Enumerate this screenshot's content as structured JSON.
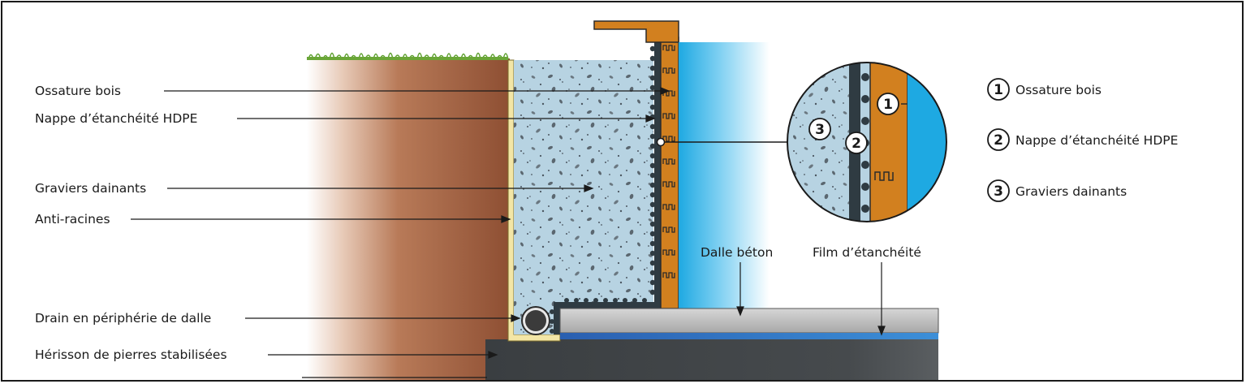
{
  "labels": {
    "ossature": "Ossature bois",
    "nappe": "Nappe d’étanchéité HDPE",
    "graviers": "Graviers dainants",
    "anti_racines": "Anti-racines",
    "drain": "Drain en périphérie de dalle",
    "herisson": "Hérisson de pierres stabilisées",
    "dalle": "Dalle béton",
    "film": "Film d’étanchéité"
  },
  "detail_markers": [
    "1",
    "2",
    "3"
  ],
  "legend": [
    {
      "number": "1",
      "text": "Ossature bois"
    },
    {
      "number": "2",
      "text": "Nappe d’étanchéité HDPE"
    },
    {
      "number": "3",
      "text": "Graviers dainants"
    }
  ],
  "colors": {
    "soil": "#9a5a3c",
    "gravel": "#b7d3e2",
    "wood": "#d2801f",
    "water": "#2ab0e4",
    "slab": "#bcbcbc",
    "film": "#2c64b4",
    "herisson": "#3e4245",
    "membrane": "#2f3b42",
    "anti_root": "#f3e6a6"
  }
}
